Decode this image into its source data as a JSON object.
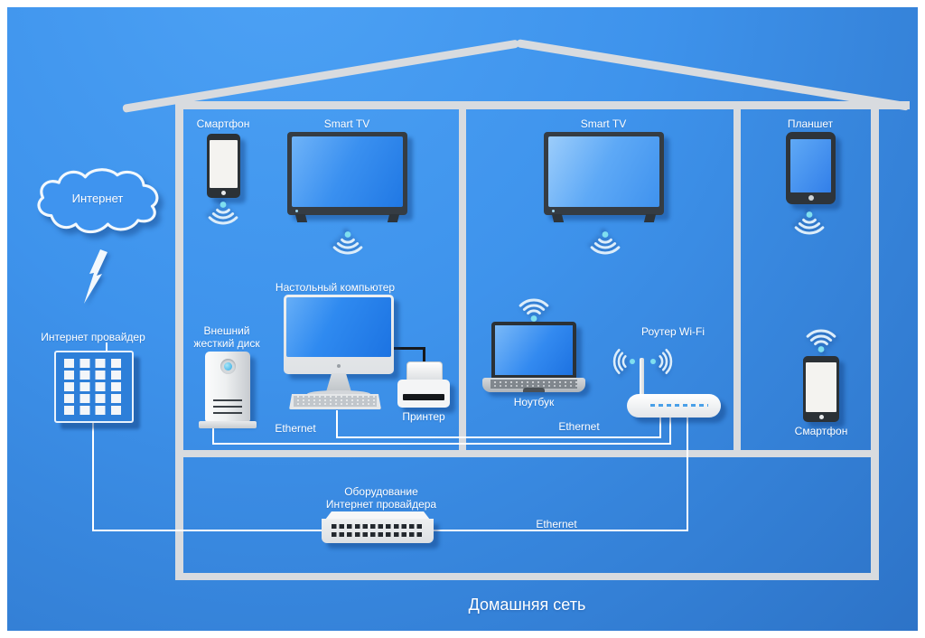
{
  "title": "Домашняя сеть",
  "internet": {
    "cloud_label": "Интернет",
    "provider_label": "Интернет провайдер"
  },
  "rooms": {
    "left": {
      "smartphone": "Смартфон",
      "tv": "Smart TV",
      "desktop": "Настольный компьютер",
      "hdd_line1": "Внешний",
      "hdd_line2": "жесткий диск",
      "printer": "Принтер",
      "ethernet": "Ethernet"
    },
    "middle": {
      "tv": "Smart TV",
      "laptop": "Ноутбук",
      "router": "Роутер Wi-Fi",
      "ethernet": "Ethernet"
    },
    "right": {
      "tablet": "Планшет",
      "smartphone": "Смартфон"
    }
  },
  "basement": {
    "equipment_line1": "Оборудование",
    "equipment_line2": "Интернет провайдера",
    "ethernet": "Ethernet"
  },
  "colors": {
    "background_top": "#4da2f5",
    "background_bottom": "#2d73c7",
    "structure_gray": "#d8dbdf",
    "cable_white": "#ffffff",
    "cable_dark": "#17191c",
    "screen_blue": "#2f8af0",
    "device_frame_dark": "#2b3136",
    "device_body_light": "#f4f5f6",
    "wifi_dot_cyan": "#7fdff0",
    "shadow_navy": "rgba(13,55,118,0.4)"
  }
}
